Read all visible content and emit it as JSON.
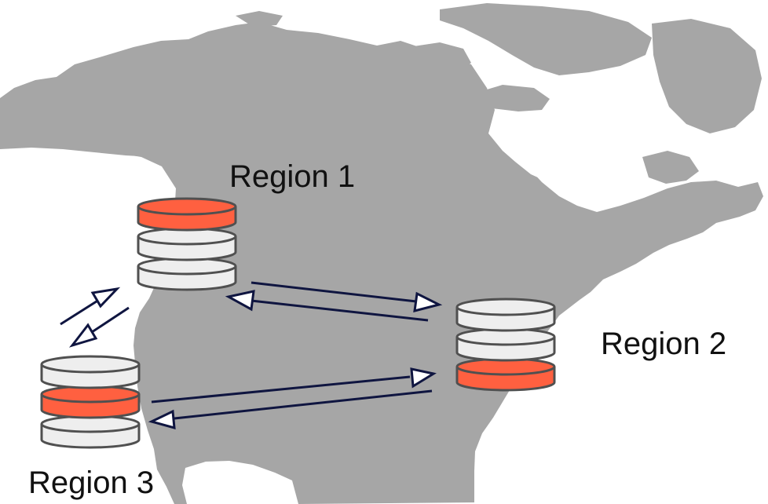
{
  "regions": [
    {
      "id": "region-1",
      "label": "Region 1",
      "active_tier": "top"
    },
    {
      "id": "region-2",
      "label": "Region 2",
      "active_tier": "bottom"
    },
    {
      "id": "region-3",
      "label": "Region 3",
      "active_tier": "middle"
    }
  ],
  "links": [
    {
      "from": "Region 1",
      "to": "Region 2",
      "direction": "bidirectional"
    },
    {
      "from": "Region 1",
      "to": "Region 3",
      "direction": "bidirectional"
    },
    {
      "from": "Region 2",
      "to": "Region 3",
      "direction": "bidirectional"
    }
  ],
  "colors": {
    "map": "#a6a6a6",
    "db_default": "#eeeeee",
    "db_active": "#ff6040",
    "db_stroke": "#505050",
    "arrow": "#0f1540"
  },
  "icons": {
    "database": "database-icon",
    "map": "north-america-map"
  }
}
